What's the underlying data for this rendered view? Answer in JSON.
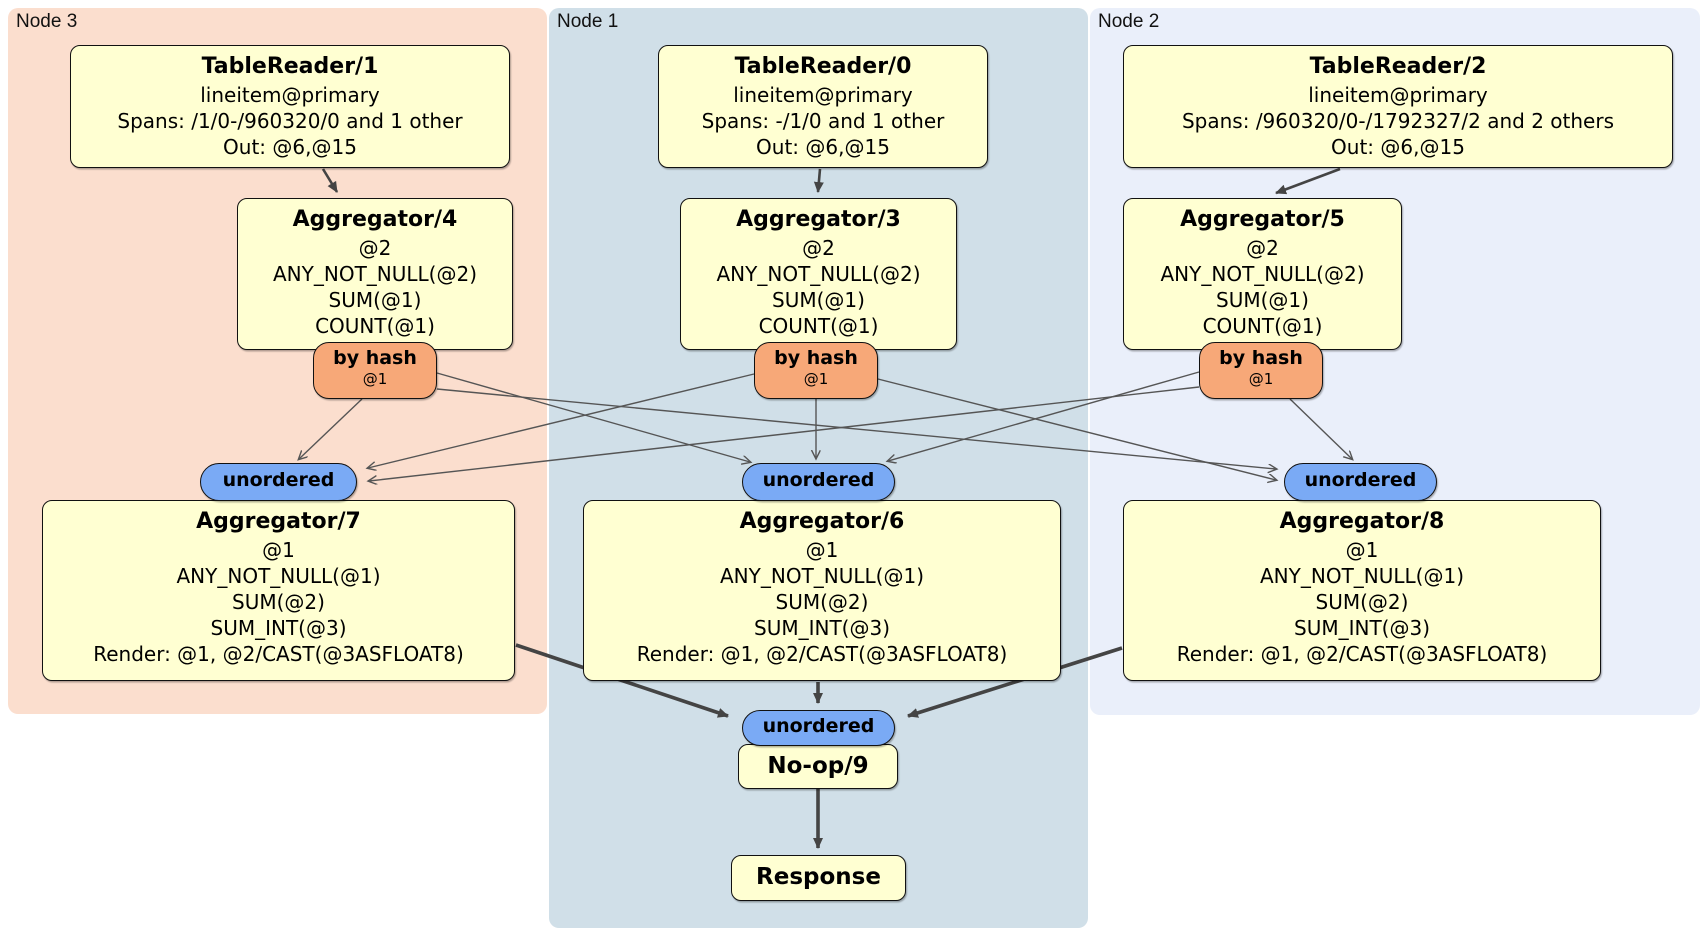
{
  "colors": {
    "region_node3": "#fbdece",
    "region_node1": "#d0dfe8",
    "region_node2": "#eaeffa",
    "processor_fill": "#ffffd2",
    "router_fill": "#f7a878",
    "sync_fill": "#7aaaf5",
    "edge_thin": "#555555",
    "edge_thick": "#444444"
  },
  "regions": [
    {
      "label": "Node 3"
    },
    {
      "label": "Node 1"
    },
    {
      "label": "Node 2"
    }
  ],
  "processors": {
    "tablereader1": {
      "title": "TableReader/1",
      "index": "lineitem@primary",
      "spans": "Spans: /1/0-/960320/0 and 1 other",
      "out": "Out: @6,@15"
    },
    "tablereader0": {
      "title": "TableReader/0",
      "index": "lineitem@primary",
      "spans": "Spans: -/1/0 and 1 other",
      "out": "Out: @6,@15"
    },
    "tablereader2": {
      "title": "TableReader/2",
      "index": "lineitem@primary",
      "spans": "Spans: /960320/0-/1792327/2 and 2 others",
      "out": "Out: @6,@15"
    },
    "aggregator4": {
      "title": "Aggregator/4",
      "lines": [
        "@2",
        "ANY_NOT_NULL(@2)",
        "SUM(@1)",
        "COUNT(@1)"
      ]
    },
    "aggregator3": {
      "title": "Aggregator/3",
      "lines": [
        "@2",
        "ANY_NOT_NULL(@2)",
        "SUM(@1)",
        "COUNT(@1)"
      ]
    },
    "aggregator5": {
      "title": "Aggregator/5",
      "lines": [
        "@2",
        "ANY_NOT_NULL(@2)",
        "SUM(@1)",
        "COUNT(@1)"
      ]
    },
    "aggregator7": {
      "title": "Aggregator/7",
      "lines": [
        "@1",
        "ANY_NOT_NULL(@1)",
        "SUM(@2)",
        "SUM_INT(@3)",
        "Render: @1, @2/CAST(@3ASFLOAT8)"
      ]
    },
    "aggregator6": {
      "title": "Aggregator/6",
      "lines": [
        "@1",
        "ANY_NOT_NULL(@1)",
        "SUM(@2)",
        "SUM_INT(@3)",
        "Render: @1, @2/CAST(@3ASFLOAT8)"
      ]
    },
    "aggregator8": {
      "title": "Aggregator/8",
      "lines": [
        "@1",
        "ANY_NOT_NULL(@1)",
        "SUM(@2)",
        "SUM_INT(@3)",
        "Render: @1, @2/CAST(@3ASFLOAT8)"
      ]
    },
    "noop": {
      "title": "No-op/9"
    },
    "response": {
      "title": "Response"
    }
  },
  "routers": {
    "by_hash_label": "by hash",
    "by_hash_key": "@1"
  },
  "syncs": {
    "unordered_label": "unordered"
  },
  "edges": [
    {
      "from": "TableReader/1",
      "to": "Aggregator/4"
    },
    {
      "from": "TableReader/0",
      "to": "Aggregator/3"
    },
    {
      "from": "TableReader/2",
      "to": "Aggregator/5"
    },
    {
      "from": "by hash (Aggregator/4)",
      "to": "unordered (Aggregator/7)"
    },
    {
      "from": "by hash (Aggregator/4)",
      "to": "unordered (Aggregator/6)"
    },
    {
      "from": "by hash (Aggregator/4)",
      "to": "unordered (Aggregator/8)"
    },
    {
      "from": "by hash (Aggregator/3)",
      "to": "unordered (Aggregator/7)"
    },
    {
      "from": "by hash (Aggregator/3)",
      "to": "unordered (Aggregator/6)"
    },
    {
      "from": "by hash (Aggregator/3)",
      "to": "unordered (Aggregator/8)"
    },
    {
      "from": "by hash (Aggregator/5)",
      "to": "unordered (Aggregator/7)"
    },
    {
      "from": "by hash (Aggregator/5)",
      "to": "unordered (Aggregator/6)"
    },
    {
      "from": "by hash (Aggregator/5)",
      "to": "unordered (Aggregator/8)"
    },
    {
      "from": "Aggregator/7",
      "to": "unordered (No-op/9)"
    },
    {
      "from": "Aggregator/6",
      "to": "unordered (No-op/9)"
    },
    {
      "from": "Aggregator/8",
      "to": "unordered (No-op/9)"
    },
    {
      "from": "No-op/9",
      "to": "Response"
    }
  ]
}
